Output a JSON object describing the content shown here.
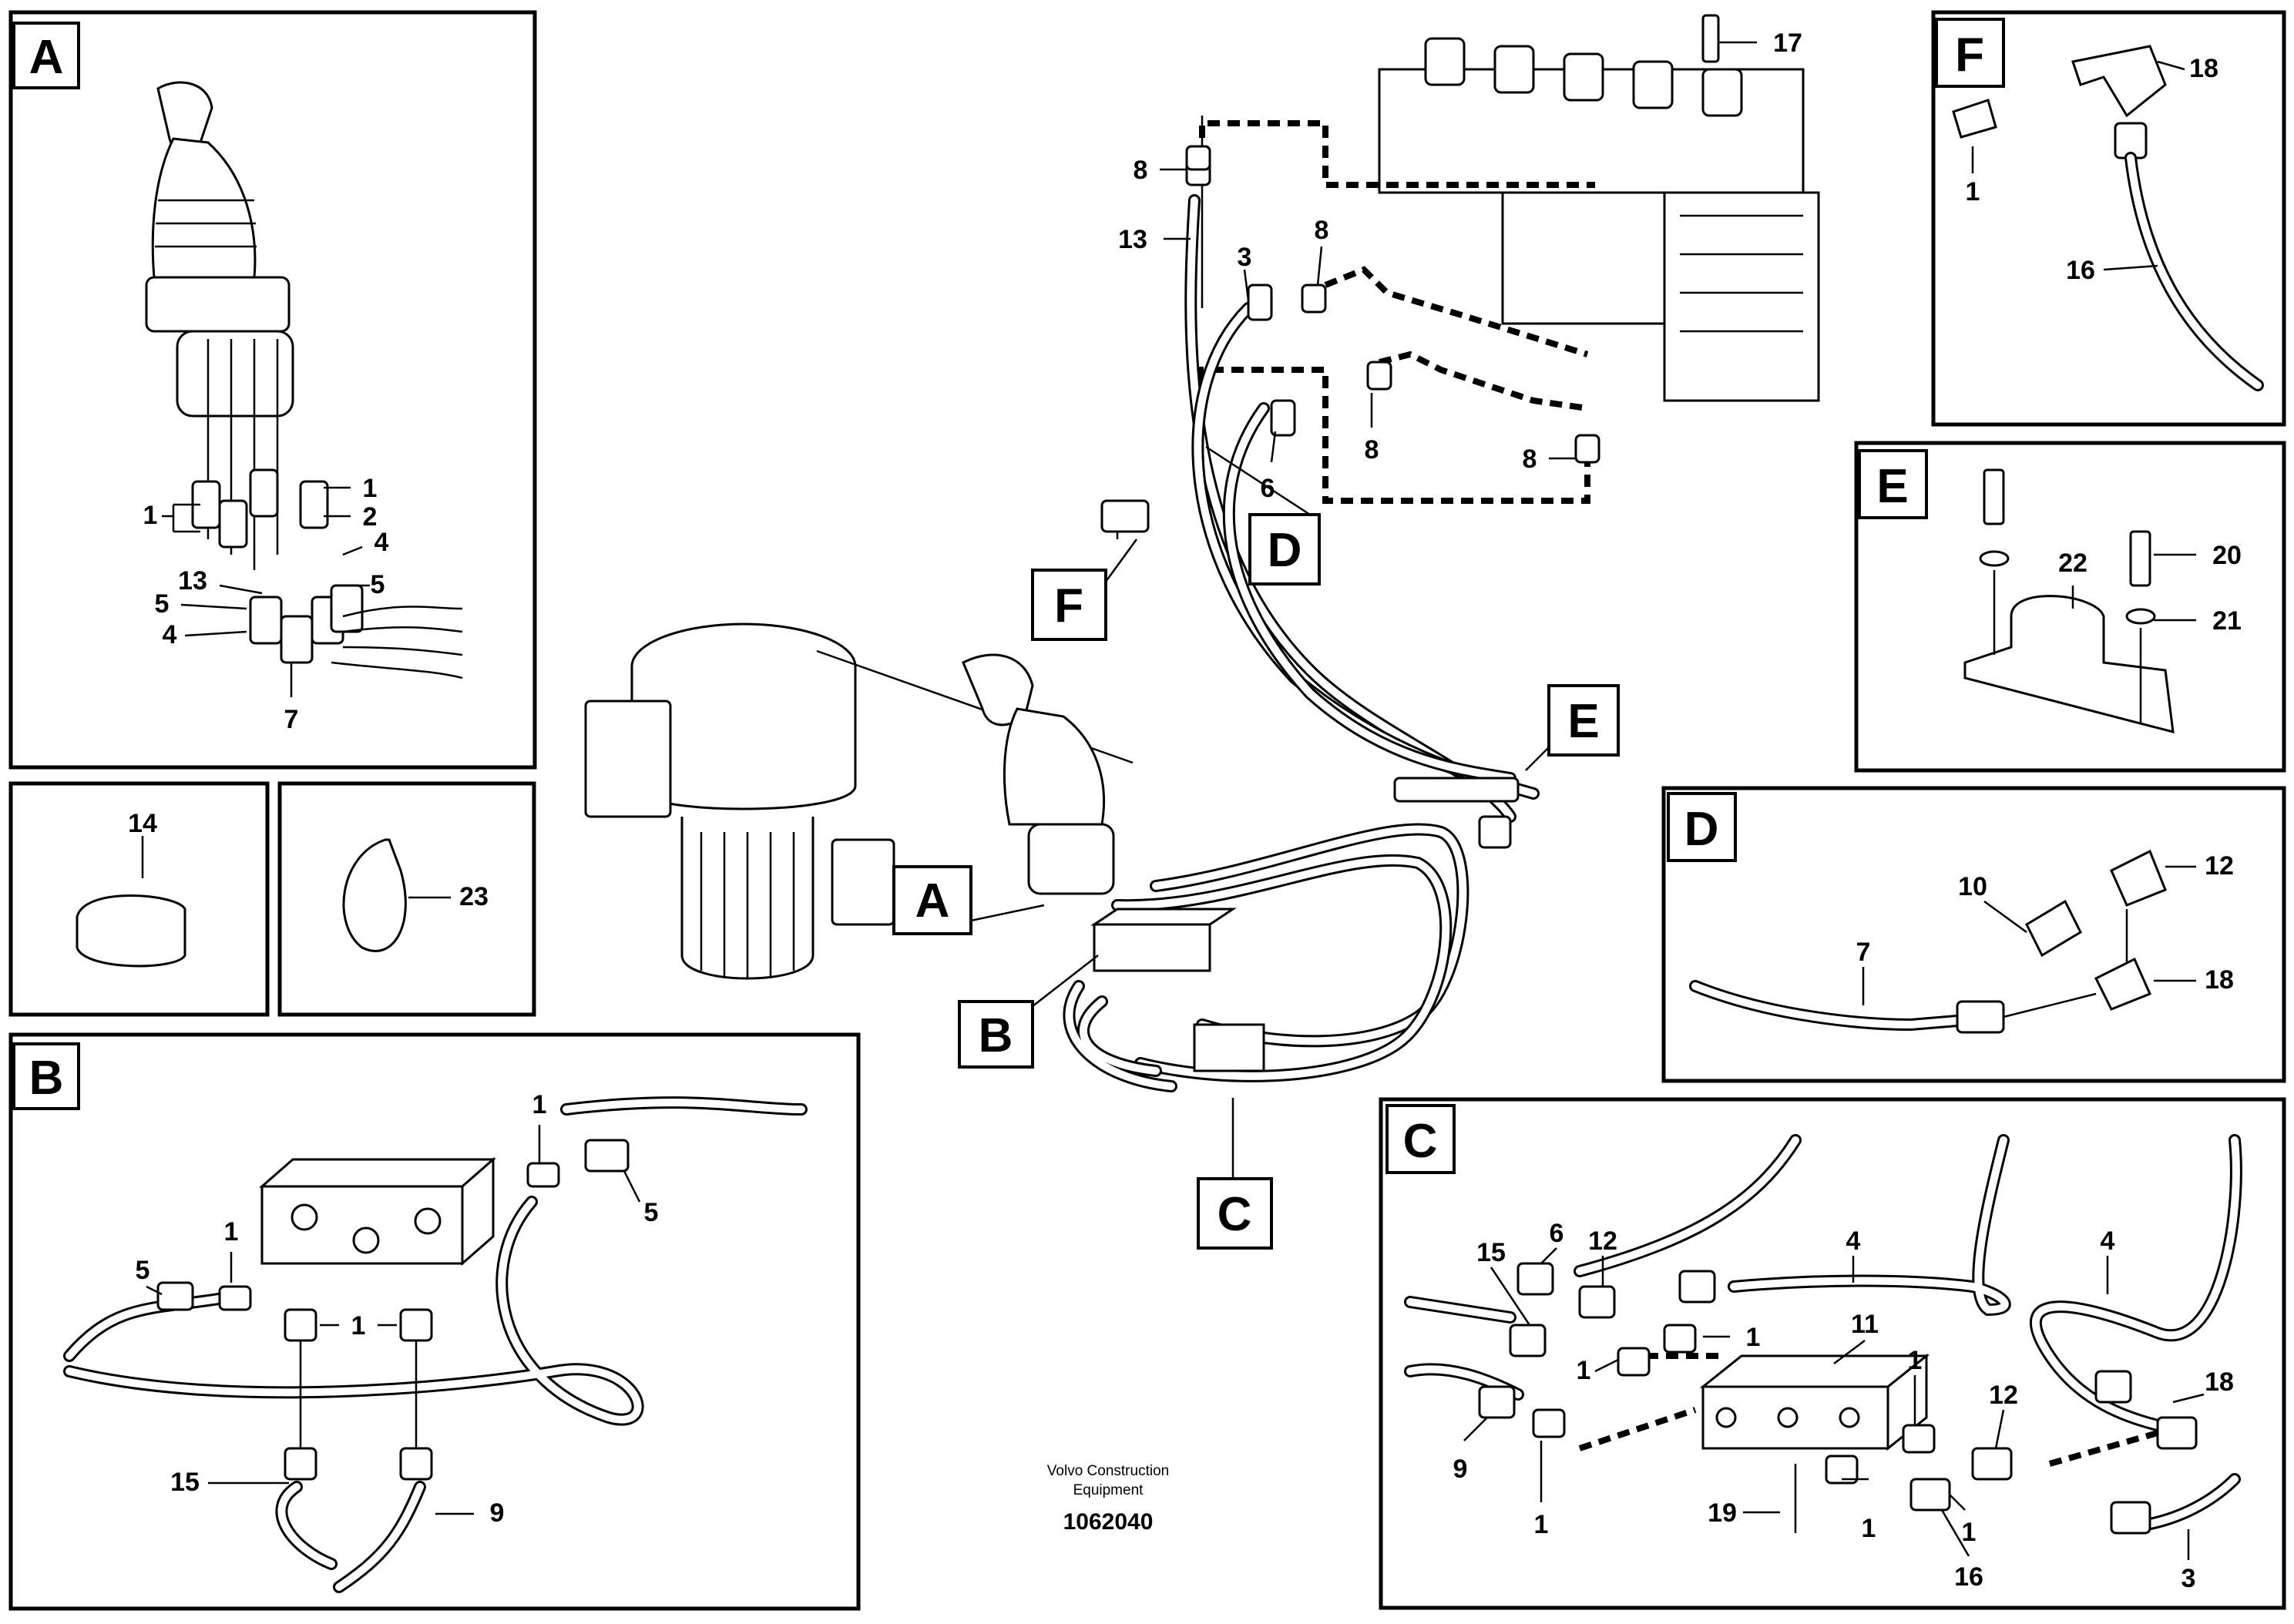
{
  "detail_tags": {
    "a": "A",
    "b": "B",
    "c": "C",
    "d": "D",
    "e": "E",
    "f": "F"
  },
  "callouts": {
    "main": {
      "n17": "17",
      "n8a": "8",
      "n13": "13",
      "n3": "3",
      "n8b": "8",
      "n8c": "8",
      "n6": "6",
      "n8d": "8"
    },
    "a": {
      "n1a": "1",
      "n1b": "1",
      "n2": "2",
      "n4a": "4",
      "n13": "13",
      "n5a": "5",
      "n5b": "5",
      "n4b": "4",
      "n7": "7"
    },
    "f": {
      "n18": "18",
      "n1": "1",
      "n16": "16"
    },
    "e": {
      "n22": "22",
      "n20": "20",
      "n21": "21"
    },
    "d": {
      "n12": "12",
      "n10": "10",
      "n7": "7",
      "n18": "18"
    },
    "c": {
      "n6": "6",
      "n12a": "12",
      "n4a": "4",
      "n4b": "4",
      "n15": "15",
      "n1a": "1",
      "n11": "11",
      "n1b": "1",
      "n18": "18",
      "n1c": "1",
      "n12b": "12",
      "n9": "9",
      "n1d": "1",
      "n1e": "1",
      "n19": "19",
      "n1f": "1",
      "n16": "16",
      "n3": "3"
    },
    "b": {
      "n1a": "1",
      "n5a": "5",
      "n1b": "1",
      "n5b": "5",
      "n1c": "1",
      "n15": "15",
      "n9": "9"
    },
    "clip": "14",
    "tie": "23"
  },
  "footer": {
    "brand_line1": "Volvo Construction",
    "brand_line2": "Equipment",
    "doc_number": "1062040"
  }
}
